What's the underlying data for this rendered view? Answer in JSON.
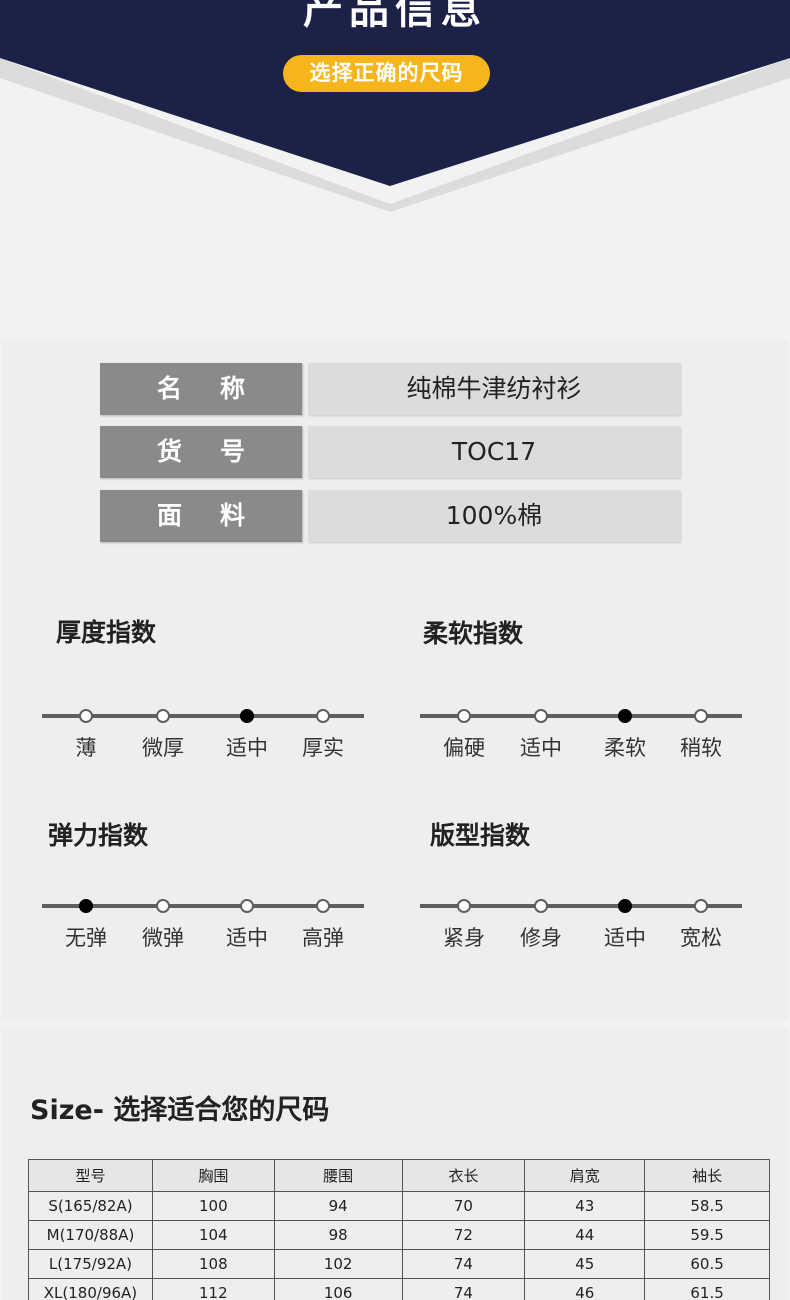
{
  "header": {
    "title": "产品信息",
    "subtitle": "选择正确的尺码"
  },
  "colors": {
    "navy": "#1b2147",
    "accent": "#f6b51a",
    "key_bg": "#8a8a8a",
    "value_bg": "#dcdcdc"
  },
  "info": [
    {
      "key": "名称",
      "value": "纯棉牛津纺衬衫"
    },
    {
      "key": "货号",
      "value": "TOC17"
    },
    {
      "key": "面料",
      "value": "100%棉"
    }
  ],
  "indices": [
    {
      "title": "厚度指数",
      "options": [
        "薄",
        "微厚",
        "适中",
        "厚实"
      ],
      "selected": 2
    },
    {
      "title": "柔软指数",
      "options": [
        "偏硬",
        "适中",
        "柔软",
        "稍软"
      ],
      "selected": 2
    },
    {
      "title": "弹力指数",
      "options": [
        "无弹",
        "微弹",
        "适中",
        "高弹"
      ],
      "selected": 0
    },
    {
      "title": "版型指数",
      "options": [
        "紧身",
        "修身",
        "适中",
        "宽松"
      ],
      "selected": 2
    }
  ],
  "size_section": {
    "title": "Size- 选择适合您的尺码",
    "headers": [
      "型号",
      "胸围",
      "腰围",
      "衣长",
      "肩宽",
      "袖长"
    ],
    "rows": [
      [
        "S(165/82A)",
        "100",
        "94",
        "70",
        "43",
        "58.5"
      ],
      [
        "M(170/88A)",
        "104",
        "98",
        "72",
        "44",
        "59.5"
      ],
      [
        "L(175/92A)",
        "108",
        "102",
        "74",
        "45",
        "60.5"
      ],
      [
        "XL(180/96A)",
        "112",
        "106",
        "74",
        "46",
        "61.5"
      ]
    ]
  }
}
